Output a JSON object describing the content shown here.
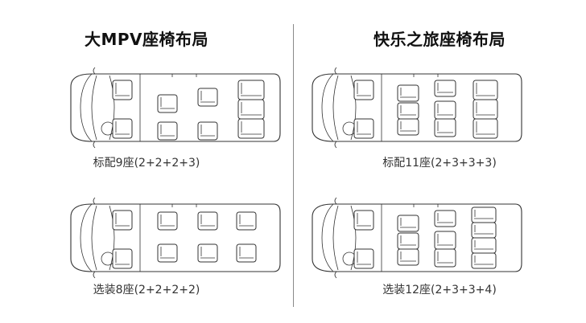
{
  "left_title": "大MPV座椅布局",
  "right_title": "快乐之旅座椅布局",
  "line_color": "#333333",
  "layouts": [
    {
      "caption": "标配9座(2+2+2+3)"
    },
    {
      "caption": "选装8座(2+2+2+2)"
    },
    {
      "caption": "标配11座(2+3+3+3)"
    },
    {
      "caption": "选装12座(2+3+3+4)"
    }
  ]
}
